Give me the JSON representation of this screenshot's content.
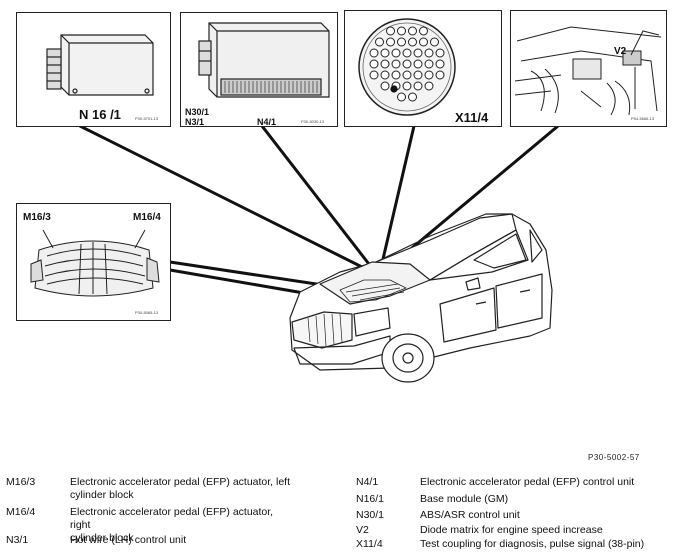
{
  "panels": {
    "n16_1": {
      "label": "N 16 /1",
      "code": "P30-5701-13"
    },
    "n4_1": {
      "label": "N4/1",
      "left_top": "N30/1",
      "left_bottom": "N3/1",
      "code": "P30-5030-13"
    },
    "x11_4": {
      "label": "X11/4"
    },
    "v2": {
      "label": "V2",
      "code": "P54-5666-13"
    },
    "engine": {
      "left_label": "M16/3",
      "right_label": "M16/4",
      "code": "P30-5065-13"
    }
  },
  "reference_code": "P30-5002-57",
  "legend": {
    "left": [
      {
        "code": "M16/3",
        "line1": "Electronic accelerator pedal (EFP) actuator, left",
        "line2": "cylinder block"
      },
      {
        "code": "M16/4",
        "line1": "Electronic accelerator pedal (EFP) actuator, right",
        "line2": "cylinder block"
      },
      {
        "code": "N3/1",
        "line1": "Hot wire (LH) control unit",
        "line2": ""
      }
    ],
    "right": [
      {
        "code": "N4/1",
        "desc": "Electronic accelerator pedal (EFP) control unit"
      },
      {
        "code": "N16/1",
        "desc": "Base module (GM)"
      },
      {
        "code": "N30/1",
        "desc": "ABS/ASR control unit"
      },
      {
        "code": "V2",
        "desc": "Diode matrix for engine speed increase"
      },
      {
        "code": "X11/4",
        "desc": "Test coupling for diagnosis, pulse signal (38-pin)"
      }
    ]
  }
}
